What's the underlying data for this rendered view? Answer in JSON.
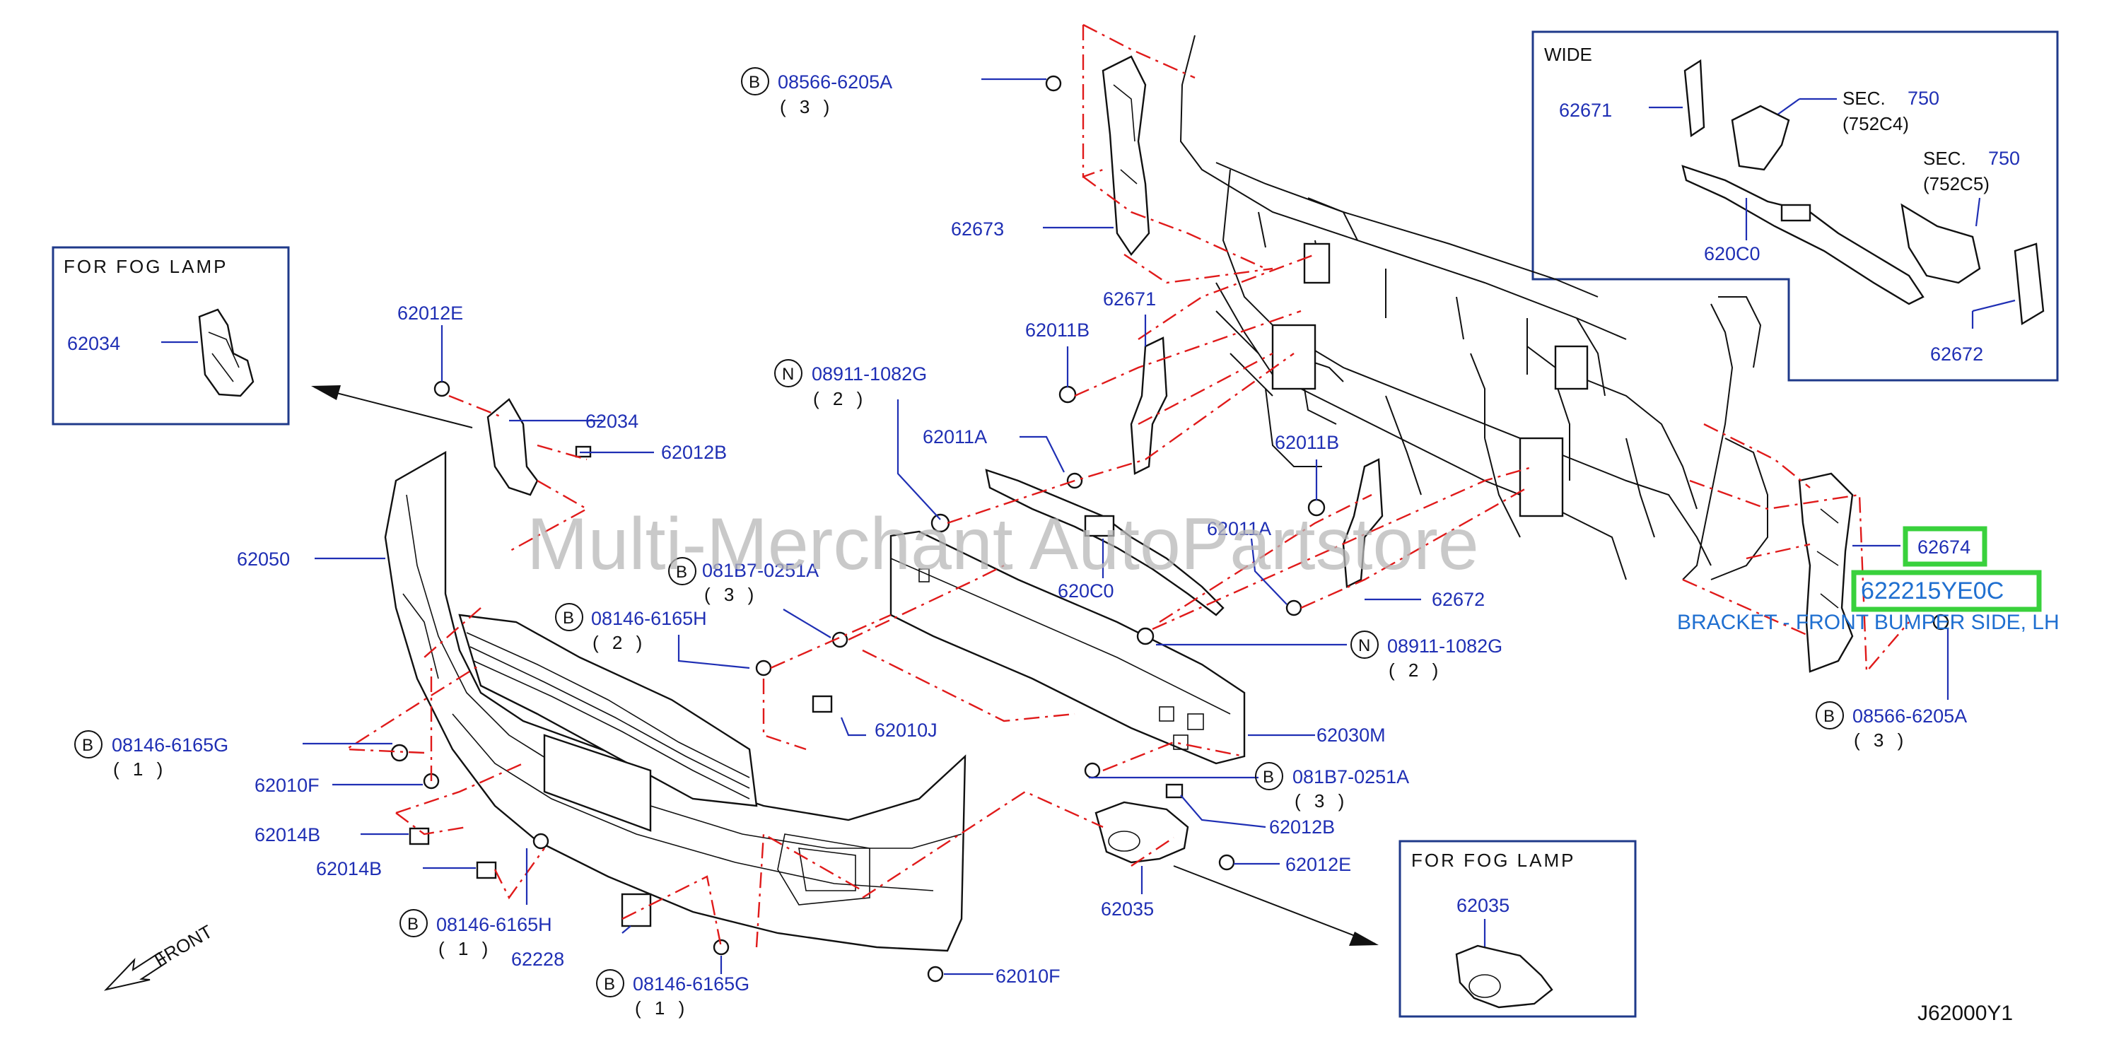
{
  "diagram_code": "J62000Y1",
  "watermark": "Multi-Merchant AutoPartstore",
  "front_label": "FRONT",
  "highlight": {
    "part_number": "622215YE0C",
    "description": "BRACKET - FRONT BUMPER SIDE, LH",
    "callout": "62674"
  },
  "inset_boxes": {
    "fog_left_title": "FOR  FOG  LAMP",
    "fog_left_part": "62034",
    "fog_right_title": "FOR  FOG  LAMP",
    "fog_right_part": "62035",
    "wide_title": "WIDE",
    "wide_62671": "62671",
    "wide_sec1_label": "SEC.",
    "wide_sec1_num": "750",
    "wide_sec1_sub": "(752C4)",
    "wide_sec2_label": "SEC.",
    "wide_sec2_num": "750",
    "wide_sec2_sub": "(752C5)",
    "wide_620c0": "620C0",
    "wide_62672": "62672"
  },
  "callouts": {
    "p08566_top": "08566-6205A",
    "p08566_top_q": "( 3 )",
    "p62673": "62673",
    "p62012E_top": "62012E",
    "p62034": "62034",
    "p62012B_top": "62012B",
    "p62050": "62050",
    "p62011B_left": "62011B",
    "p62671": "62671",
    "p08911_top": "08911-1082G",
    "p08911_top_q": "( 2 )",
    "p62011A_left": "62011A",
    "p081B7_top": "081B7-0251A",
    "p081B7_top_q": "( 3 )",
    "p08146H_top": "08146-6165H",
    "p08146H_top_q": "( 2 )",
    "p620C0": "620C0",
    "p62011B_right": "62011B",
    "p62011A_right": "62011A",
    "p62672": "62672",
    "p08911_bot": "08911-1082G",
    "p08911_bot_q": "( 2 )",
    "p08146G_left": "08146-6165G",
    "p08146G_left_q": "( 1 )",
    "p62010F_left": "62010F",
    "p62010J": "62010J",
    "p62030M": "62030M",
    "p62014B_a": "62014B",
    "p62014B_b": "62014B",
    "p081B7_bot": "081B7-0251A",
    "p081B7_bot_q": "( 3 )",
    "p62012B_bot": "62012B",
    "p62012E_bot": "62012E",
    "p62035": "62035",
    "p08146H_bot": "08146-6165H",
    "p08146H_bot_q": "( 1 )",
    "p62228": "62228",
    "p08146G_bot": "08146-6165G",
    "p08146G_bot_q": "( 1 )",
    "p62010F_bot": "62010F",
    "p08566_right": "08566-6205A",
    "p08566_right_q": "( 3 )",
    "circle_B": "B",
    "circle_N": "N"
  }
}
